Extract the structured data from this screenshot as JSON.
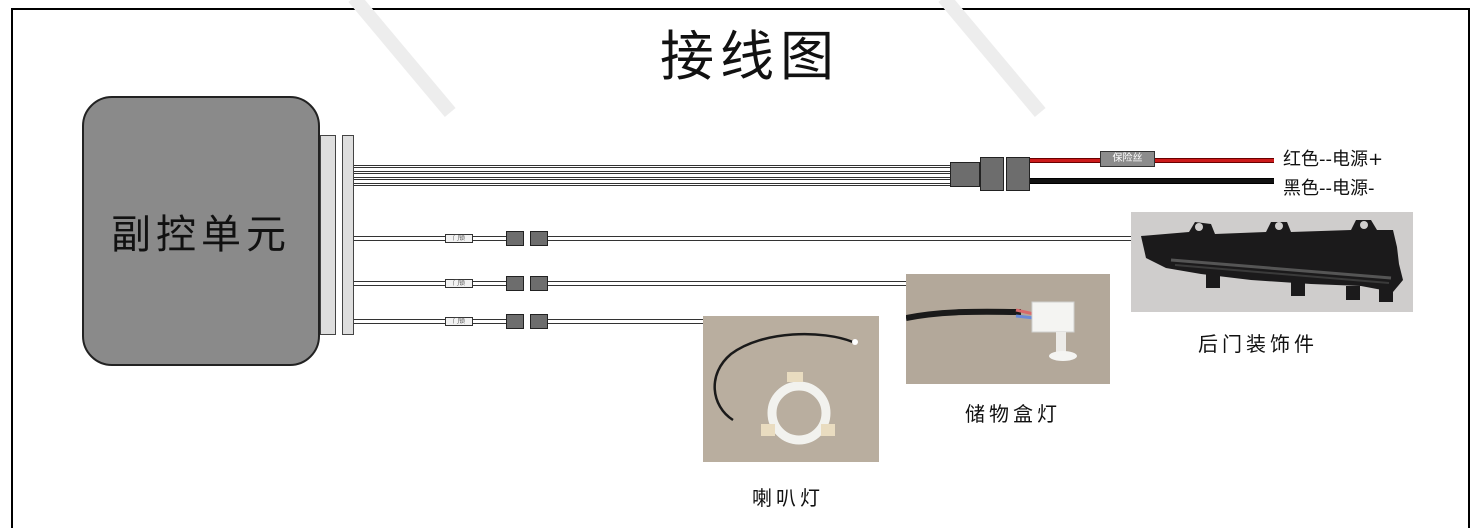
{
  "title": "接线图",
  "unit_label": "副控单元",
  "power": {
    "fuse_label": "保险丝",
    "red_label": "红色--电源+",
    "black_label": "黑色--电源-"
  },
  "branches": [
    {
      "fuse_label": "门锁"
    },
    {
      "fuse_label": "门锁"
    },
    {
      "fuse_label": "门锁"
    }
  ],
  "components": {
    "rear_door": "后门装饰件",
    "storage_box": "储物盒灯",
    "speaker": "喇叭灯"
  },
  "colors": {
    "unit_gray": "#8a8a8a",
    "wire_red": "#cc1a1a",
    "wire_black": "#111111",
    "connector": "#6d6d6d"
  }
}
